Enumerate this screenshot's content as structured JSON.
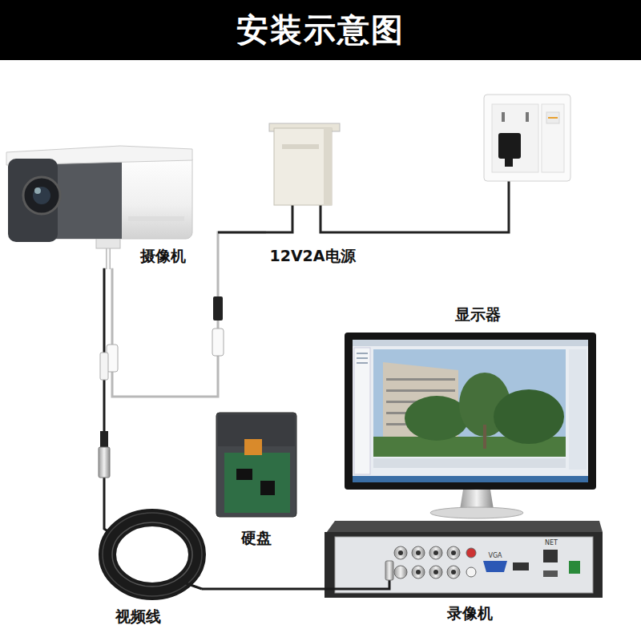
{
  "diagram": {
    "title": "安装示意图",
    "nodes": [
      {
        "text": [
          "摄像机"
        ]
      },
      {
        "text": [
          "12V2A电源"
        ]
      },
      {
        "text": [
          "显示器"
        ]
      },
      {
        "text": [
          "硬盘"
        ]
      },
      {
        "text": [
          "视频线"
        ]
      },
      {
        "text": [
          "录像机"
        ]
      }
    ],
    "edges": [
      {
        "from": 0,
        "to": 1,
        "arrow": "none"
      },
      {
        "from": 0,
        "to": 4,
        "arrow": "none"
      },
      {
        "from": 4,
        "to": 5,
        "arrow": "none"
      }
    ],
    "labels": [
      "VGA",
      "NET"
    ]
  }
}
